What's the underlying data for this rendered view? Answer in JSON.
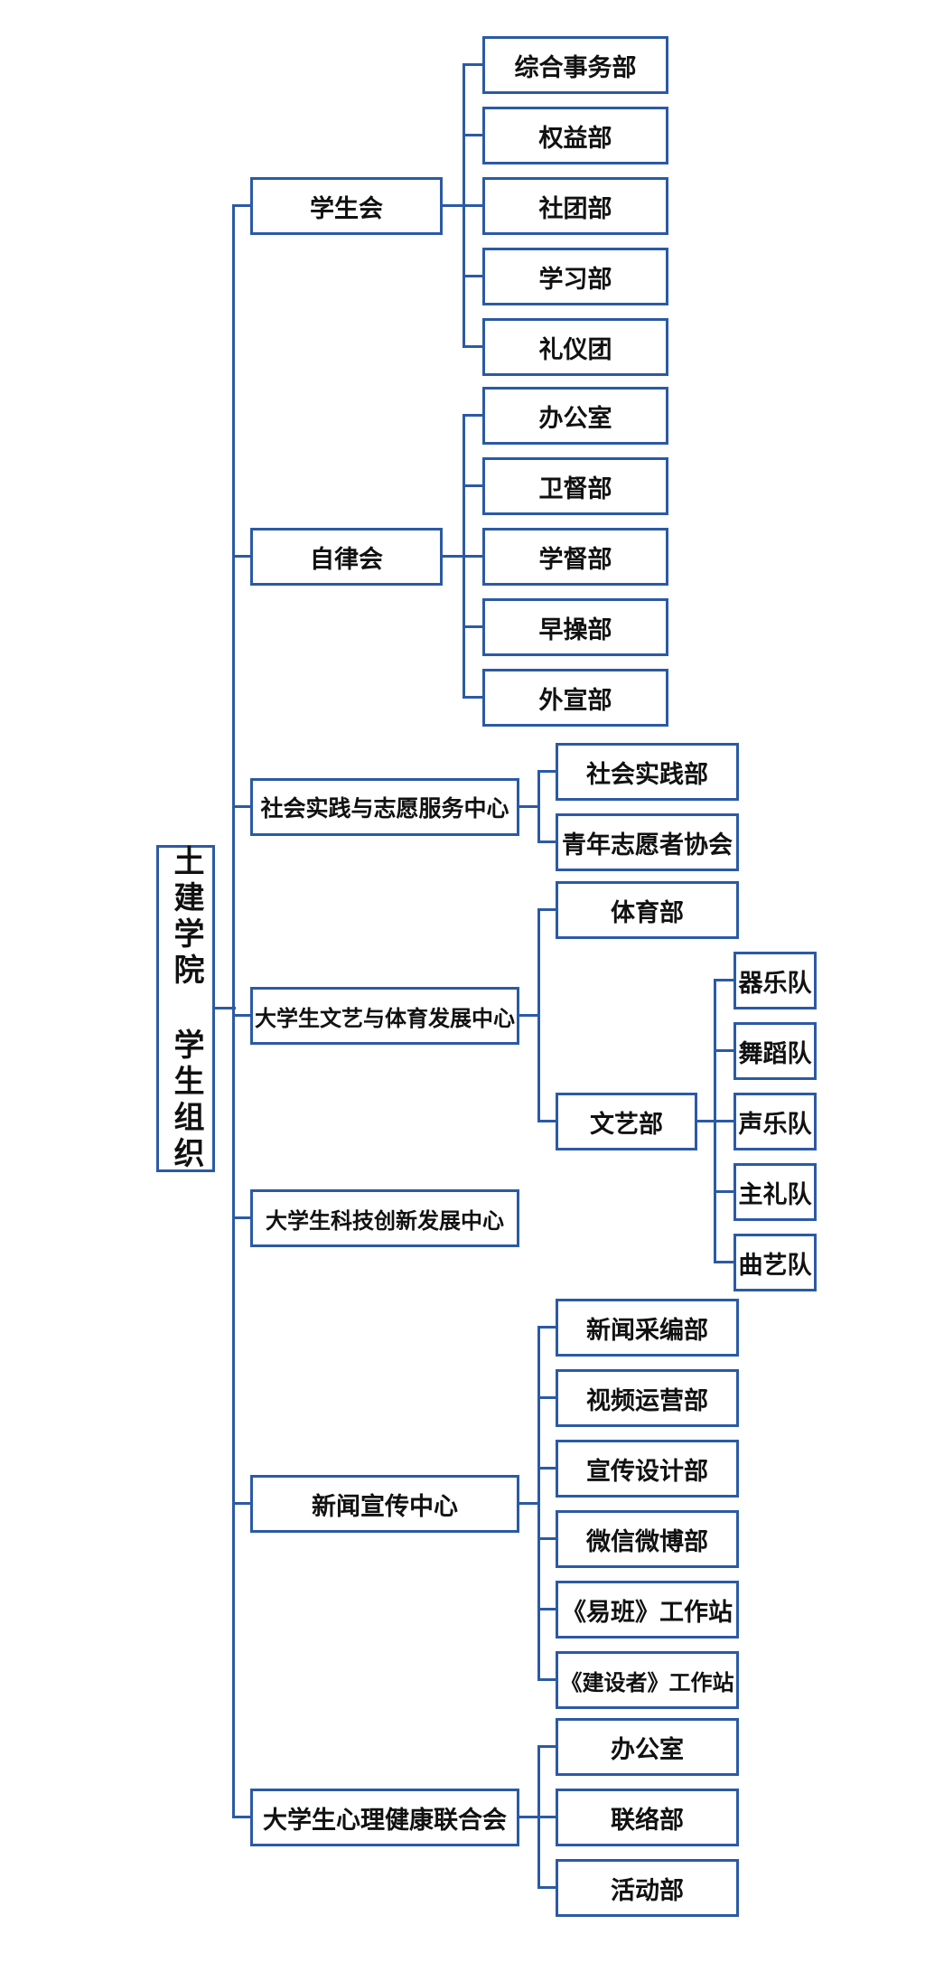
{
  "colors": {
    "accent": "#2b5aa5",
    "ink": "#111111",
    "bg": "#ffffff"
  },
  "root": {
    "label": "土建学院 学生组织"
  },
  "branches": [
    {
      "label": "学生会",
      "children": [
        {
          "label": "综合事务部"
        },
        {
          "label": "权益部"
        },
        {
          "label": "社团部"
        },
        {
          "label": "学习部"
        },
        {
          "label": "礼仪团"
        }
      ]
    },
    {
      "label": "自律会",
      "children": [
        {
          "label": "办公室"
        },
        {
          "label": "卫督部"
        },
        {
          "label": "学督部"
        },
        {
          "label": "早操部"
        },
        {
          "label": "外宣部"
        }
      ]
    },
    {
      "label": "社会实践与志愿服务中心",
      "children": [
        {
          "label": "社会实践部"
        },
        {
          "label": "青年志愿者协会"
        }
      ]
    },
    {
      "label": "大学生文艺与体育发展中心",
      "children": [
        {
          "label": "体育部"
        },
        {
          "label": "文艺部",
          "children": [
            {
              "label": "器乐队"
            },
            {
              "label": "舞蹈队"
            },
            {
              "label": "声乐队"
            },
            {
              "label": "主礼队"
            },
            {
              "label": "曲艺队"
            }
          ]
        }
      ]
    },
    {
      "label": "大学生科技创新发展中心",
      "children": []
    },
    {
      "label": "新闻宣传中心",
      "children": [
        {
          "label": "新闻采编部"
        },
        {
          "label": "视频运营部"
        },
        {
          "label": "宣传设计部"
        },
        {
          "label": "微信微博部"
        },
        {
          "label": "《易班》工作站"
        },
        {
          "label": "《建设者》工作站"
        }
      ]
    },
    {
      "label": "大学生心理健康联合会",
      "children": [
        {
          "label": "办公室"
        },
        {
          "label": "联络部"
        },
        {
          "label": "活动部"
        }
      ]
    }
  ]
}
